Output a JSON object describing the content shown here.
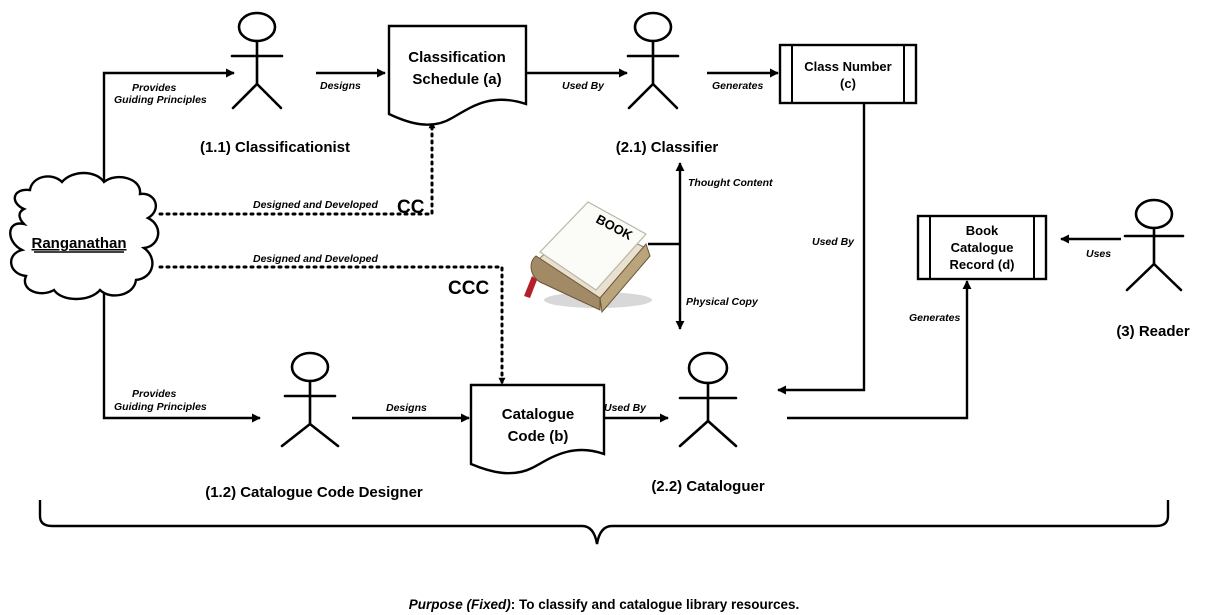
{
  "actors": {
    "ranganathan": "Ranganathan",
    "classificationist": "(1.1) Classificationist",
    "catalogue_code_designer": "(1.2) Catalogue Code Designer",
    "classifier": "(2.1) Classifier",
    "cataloguer": "(2.2) Cataloguer",
    "reader": "(3) Reader"
  },
  "artifacts": {
    "schedule": [
      "Classification",
      "Schedule (a)"
    ],
    "code": [
      "Catalogue",
      "Code (b)"
    ],
    "class_number": [
      "Class Number",
      "(c)"
    ],
    "record": [
      "Book",
      "Catalogue",
      "Record (d)"
    ],
    "book_cover": "BOOK"
  },
  "codes": {
    "cc": "CC",
    "ccc": "CCC"
  },
  "edges": {
    "provides_1": [
      "Provides",
      "Guiding Principles"
    ],
    "provides_2": [
      "Provides",
      "Guiding Principles"
    ],
    "designs_1": "Designs",
    "designs_2": "Designs",
    "used_by_1": "Used By",
    "used_by_2": "Used By",
    "used_by_3": "Used By",
    "generates_1": "Generates",
    "generates_2": "Generates",
    "designed_developed_1": "Designed and Developed",
    "designed_developed_2": "Designed and Developed",
    "thought_content": "Thought Content",
    "physical_copy": "Physical Copy",
    "uses": "Uses"
  },
  "footer": {
    "purpose_label": "Purpose (Fixed)",
    "purpose_text": ": To classify and catalogue library resources."
  }
}
